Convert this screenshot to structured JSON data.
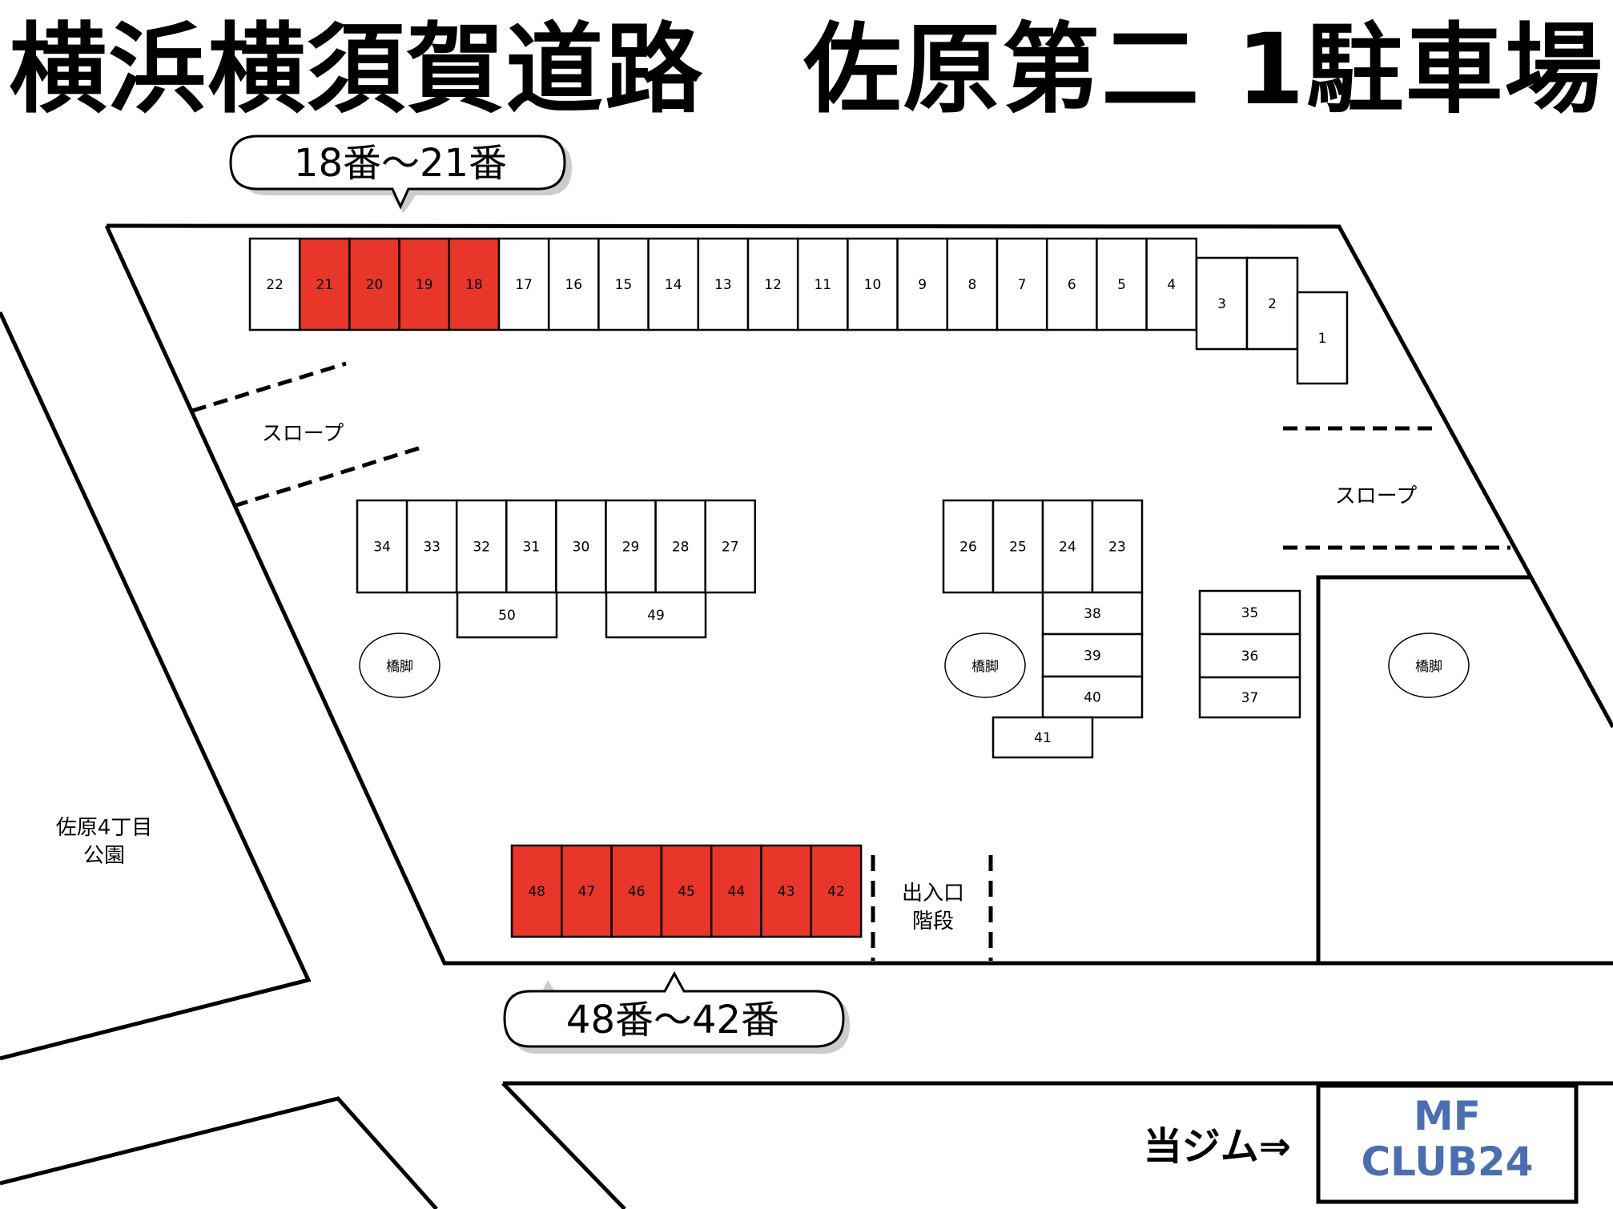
{
  "title": "横浜横須賀道路　佐原第二 1駐車場",
  "callouts": {
    "top": "18番〜21番",
    "bottom": "48番〜42番"
  },
  "labels": {
    "slope_left": "スロープ",
    "slope_right": "スロープ",
    "pillar": "橋脚",
    "park_line1": "佐原4丁目",
    "park_line2": "公園",
    "entrance_line1": "出入口",
    "entrance_line2": "階段",
    "gym_pointer": "当ジム⇒",
    "gym_name_line1": "MF",
    "gym_name_line2": "CLUB24"
  },
  "colors": {
    "highlight": "#e8362a",
    "gym_text": "#4a6fb0",
    "line": "#000000"
  },
  "spaces": [
    {
      "n": "22",
      "h": false
    },
    {
      "n": "21",
      "h": true
    },
    {
      "n": "20",
      "h": true
    },
    {
      "n": "19",
      "h": true
    },
    {
      "n": "18",
      "h": true
    },
    {
      "n": "17",
      "h": false
    },
    {
      "n": "16",
      "h": false
    },
    {
      "n": "15",
      "h": false
    },
    {
      "n": "14",
      "h": false
    },
    {
      "n": "13",
      "h": false
    },
    {
      "n": "12",
      "h": false
    },
    {
      "n": "11",
      "h": false
    },
    {
      "n": "10",
      "h": false
    },
    {
      "n": "9",
      "h": false
    },
    {
      "n": "8",
      "h": false
    },
    {
      "n": "7",
      "h": false
    },
    {
      "n": "6",
      "h": false
    },
    {
      "n": "5",
      "h": false
    },
    {
      "n": "4",
      "h": false
    },
    {
      "n": "3",
      "h": false
    },
    {
      "n": "2",
      "h": false
    },
    {
      "n": "1",
      "h": false
    },
    {
      "n": "34",
      "h": false
    },
    {
      "n": "33",
      "h": false
    },
    {
      "n": "32",
      "h": false
    },
    {
      "n": "31",
      "h": false
    },
    {
      "n": "30",
      "h": false
    },
    {
      "n": "29",
      "h": false
    },
    {
      "n": "28",
      "h": false
    },
    {
      "n": "27",
      "h": false
    },
    {
      "n": "50",
      "h": false
    },
    {
      "n": "49",
      "h": false
    },
    {
      "n": "26",
      "h": false
    },
    {
      "n": "25",
      "h": false
    },
    {
      "n": "24",
      "h": false
    },
    {
      "n": "23",
      "h": false
    },
    {
      "n": "38",
      "h": false
    },
    {
      "n": "39",
      "h": false
    },
    {
      "n": "40",
      "h": false
    },
    {
      "n": "41",
      "h": false
    },
    {
      "n": "35",
      "h": false
    },
    {
      "n": "36",
      "h": false
    },
    {
      "n": "37",
      "h": false
    },
    {
      "n": "48",
      "h": true
    },
    {
      "n": "47",
      "h": true
    },
    {
      "n": "46",
      "h": true
    },
    {
      "n": "45",
      "h": true
    },
    {
      "n": "44",
      "h": true
    },
    {
      "n": "43",
      "h": true
    },
    {
      "n": "42",
      "h": true
    }
  ]
}
